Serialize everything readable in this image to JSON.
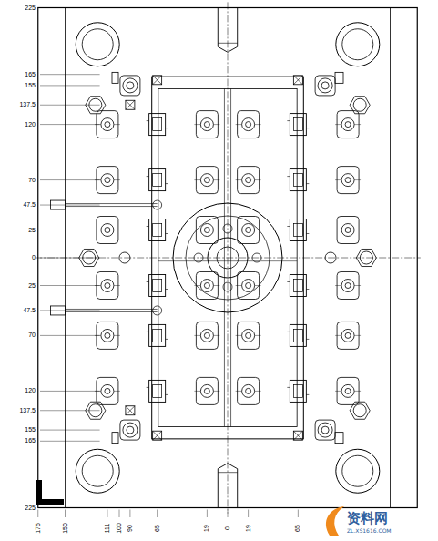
{
  "diagram": {
    "labels": [
      "225",
      "165",
      "155",
      "137.5",
      "120",
      "70",
      "47.5",
      "25",
      "0",
      "25",
      "47.5",
      "70",
      "120",
      "137.5",
      "155",
      "165",
      "225",
      "175",
      "150",
      "111",
      "100",
      "90",
      "65",
      "19",
      "0",
      "19",
      "65",
      "资料网",
      "ZL.XS1616.COM"
    ]
  }
}
